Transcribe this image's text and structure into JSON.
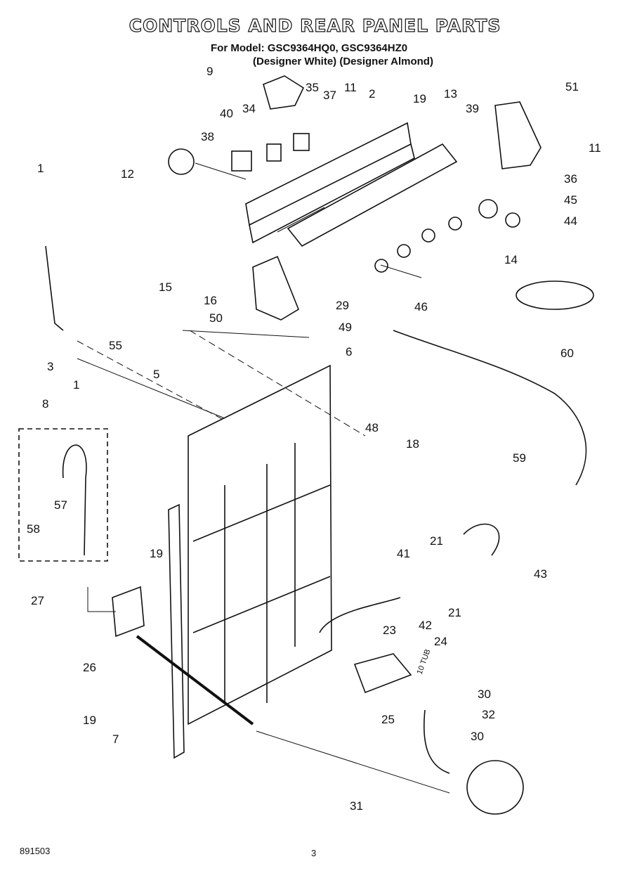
{
  "title": "CONTROLS AND REAR PANEL PARTS",
  "model_line": "For Model: GSC9364HQ0, GSC9364HZ0",
  "color_line": "(Designer White) (Designer Almond)",
  "footer_code": "891503",
  "page_number": "3",
  "kit_note": "10 TUB",
  "callouts": [
    "9",
    "37",
    "35",
    "11",
    "2",
    "19",
    "13",
    "39",
    "51",
    "34",
    "40",
    "38",
    "12",
    "36",
    "45",
    "44",
    "1",
    "14",
    "15",
    "16",
    "29",
    "46",
    "49",
    "50",
    "55",
    "6",
    "5",
    "1",
    "3",
    "8",
    "60",
    "48",
    "18",
    "59",
    "57",
    "58",
    "19",
    "21",
    "41",
    "43",
    "27",
    "21",
    "42",
    "23",
    "24",
    "26",
    "30",
    "32",
    "25",
    "19",
    "30",
    "7",
    "31",
    "11"
  ]
}
